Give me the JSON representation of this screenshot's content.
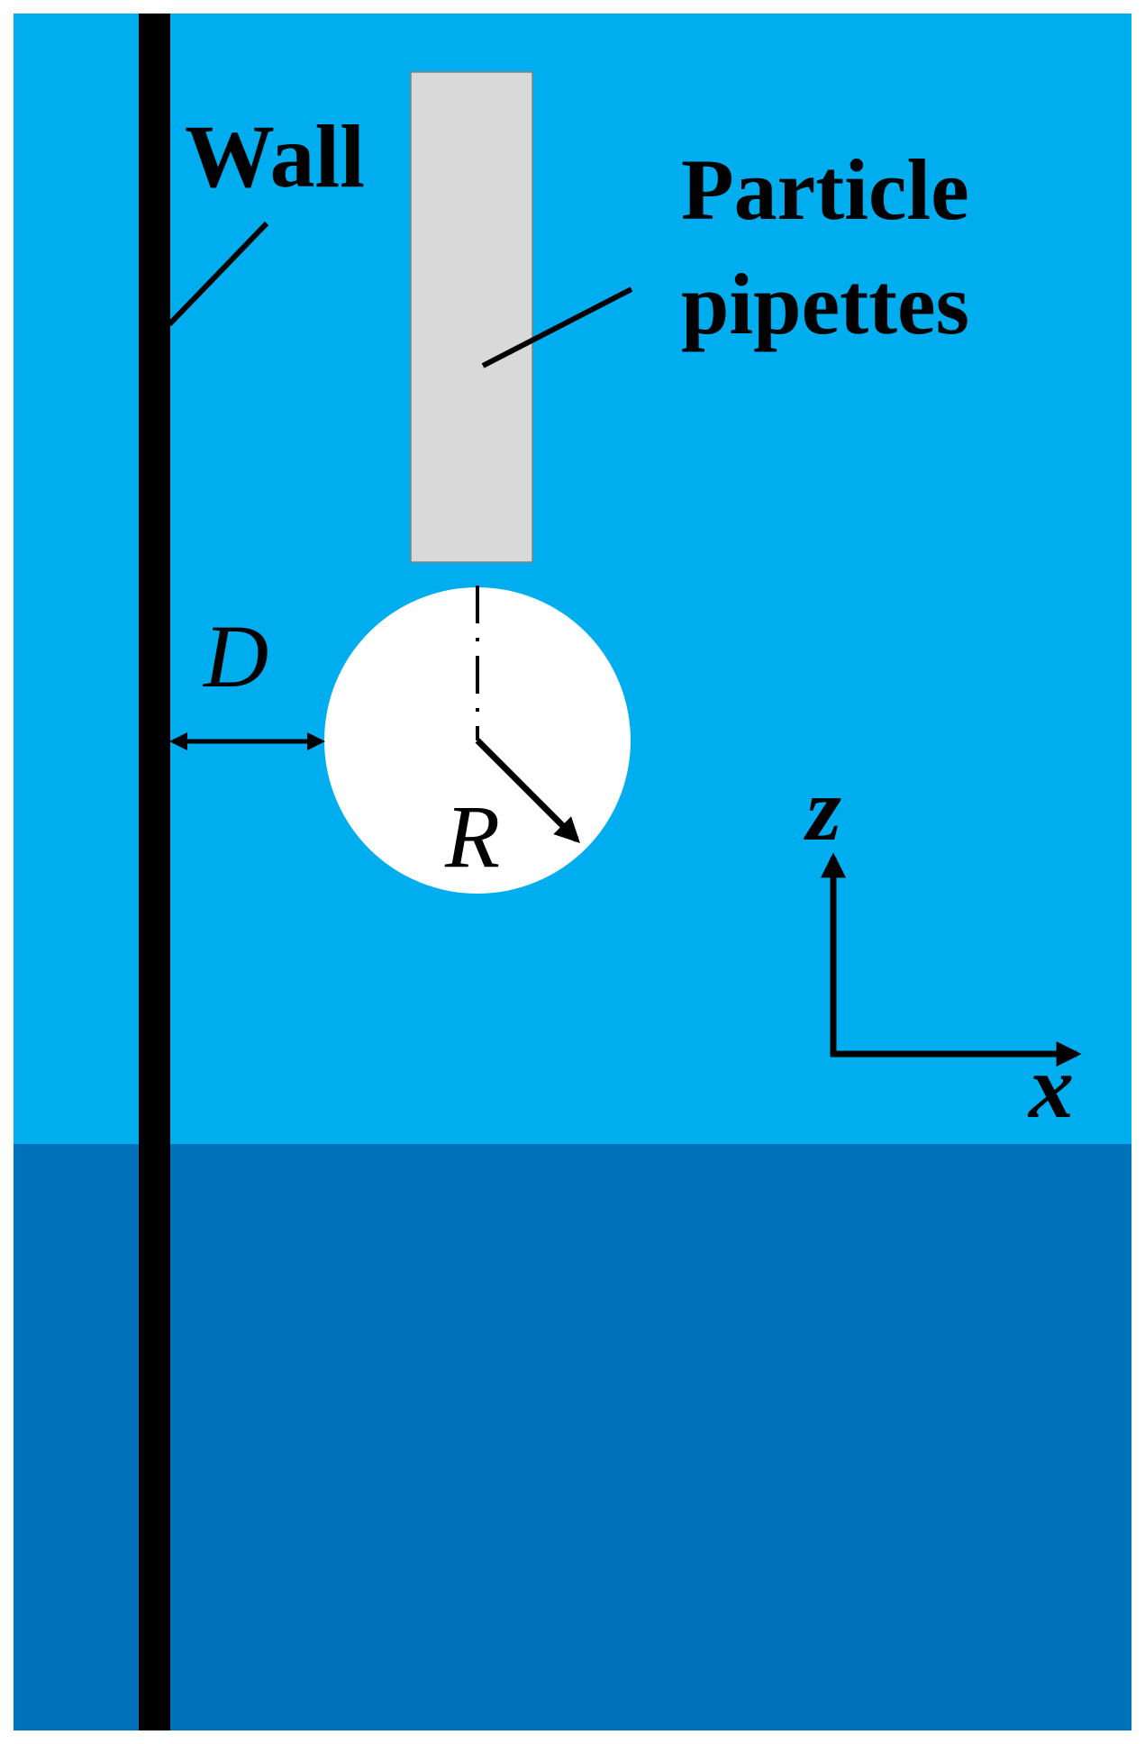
{
  "labels": {
    "wall": "Wall",
    "particle_line1": "Particle",
    "particle_line2": "pipettes",
    "distance": "D",
    "radius": "R",
    "axis_z": "z",
    "axis_x": "x"
  },
  "colors": {
    "upper_fluid": "#00AEEF",
    "lower_fluid": "#0072BC",
    "wall": "#000000",
    "pipette": "#D9D9D9",
    "particle": "#FFFFFF",
    "stroke": "#000000"
  }
}
